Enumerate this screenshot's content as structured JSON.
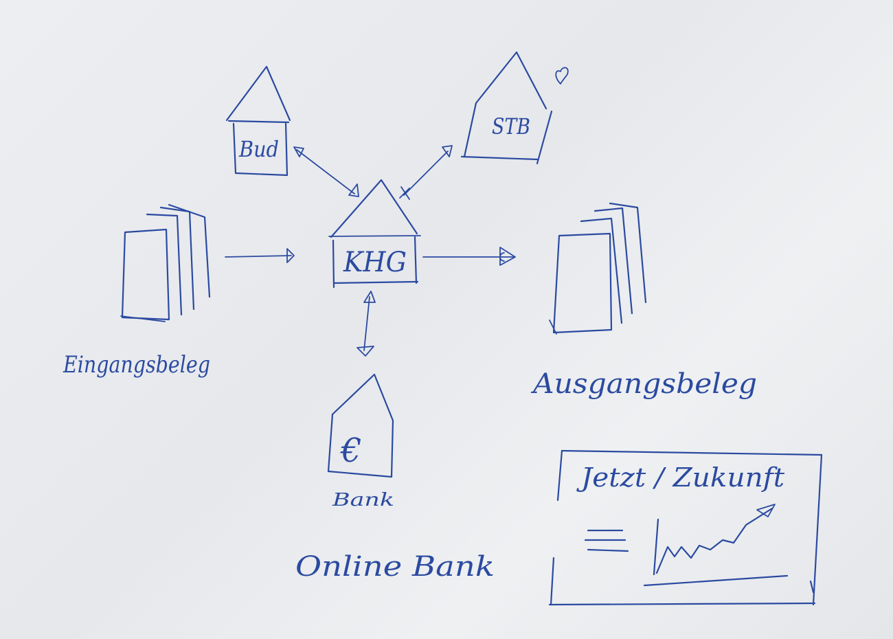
{
  "colors": {
    "ink": "#2b4aa0",
    "paper": "#e9ebee"
  },
  "nodes": {
    "center": {
      "label": "KHG"
    },
    "top_left": {
      "label": "Bud"
    },
    "top_right": {
      "label": "STB",
      "heart_icon": "heart-icon"
    },
    "bank": {
      "label": "€",
      "caption": "Bank"
    }
  },
  "labels": {
    "incoming": "Eingangsbeleg",
    "outgoing": "Ausgangsbeleg",
    "online_banking": "Online Bank"
  },
  "panel": {
    "title": "Jetzt / Zukunft",
    "menu_icon": "hamburger-icon",
    "chart_icon": "trend-chart-icon"
  }
}
